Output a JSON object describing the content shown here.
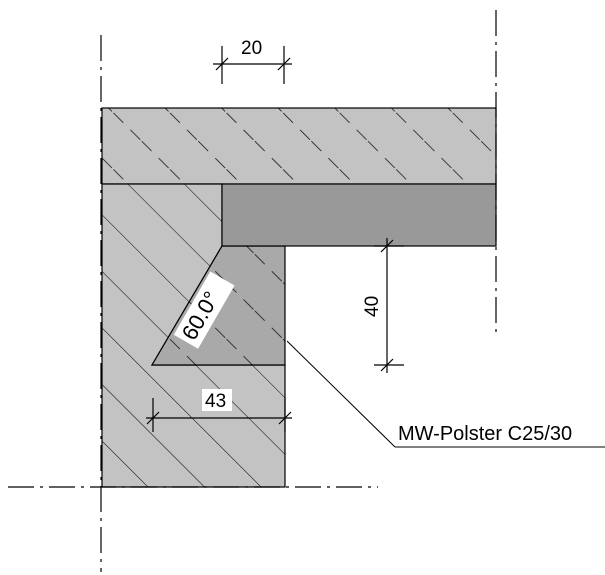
{
  "diagram": {
    "dimensions": {
      "top_width": "20",
      "vertical_height": "40",
      "bottom_width": "43"
    },
    "angle_label": "60.0°",
    "material_label": "MW-Polster C25/30",
    "colors": {
      "concrete_light": "#c3c3c3",
      "concrete_dark": "#999999",
      "padding": "#a9a9a9",
      "line": "#000000",
      "background": "#ffffff"
    }
  }
}
